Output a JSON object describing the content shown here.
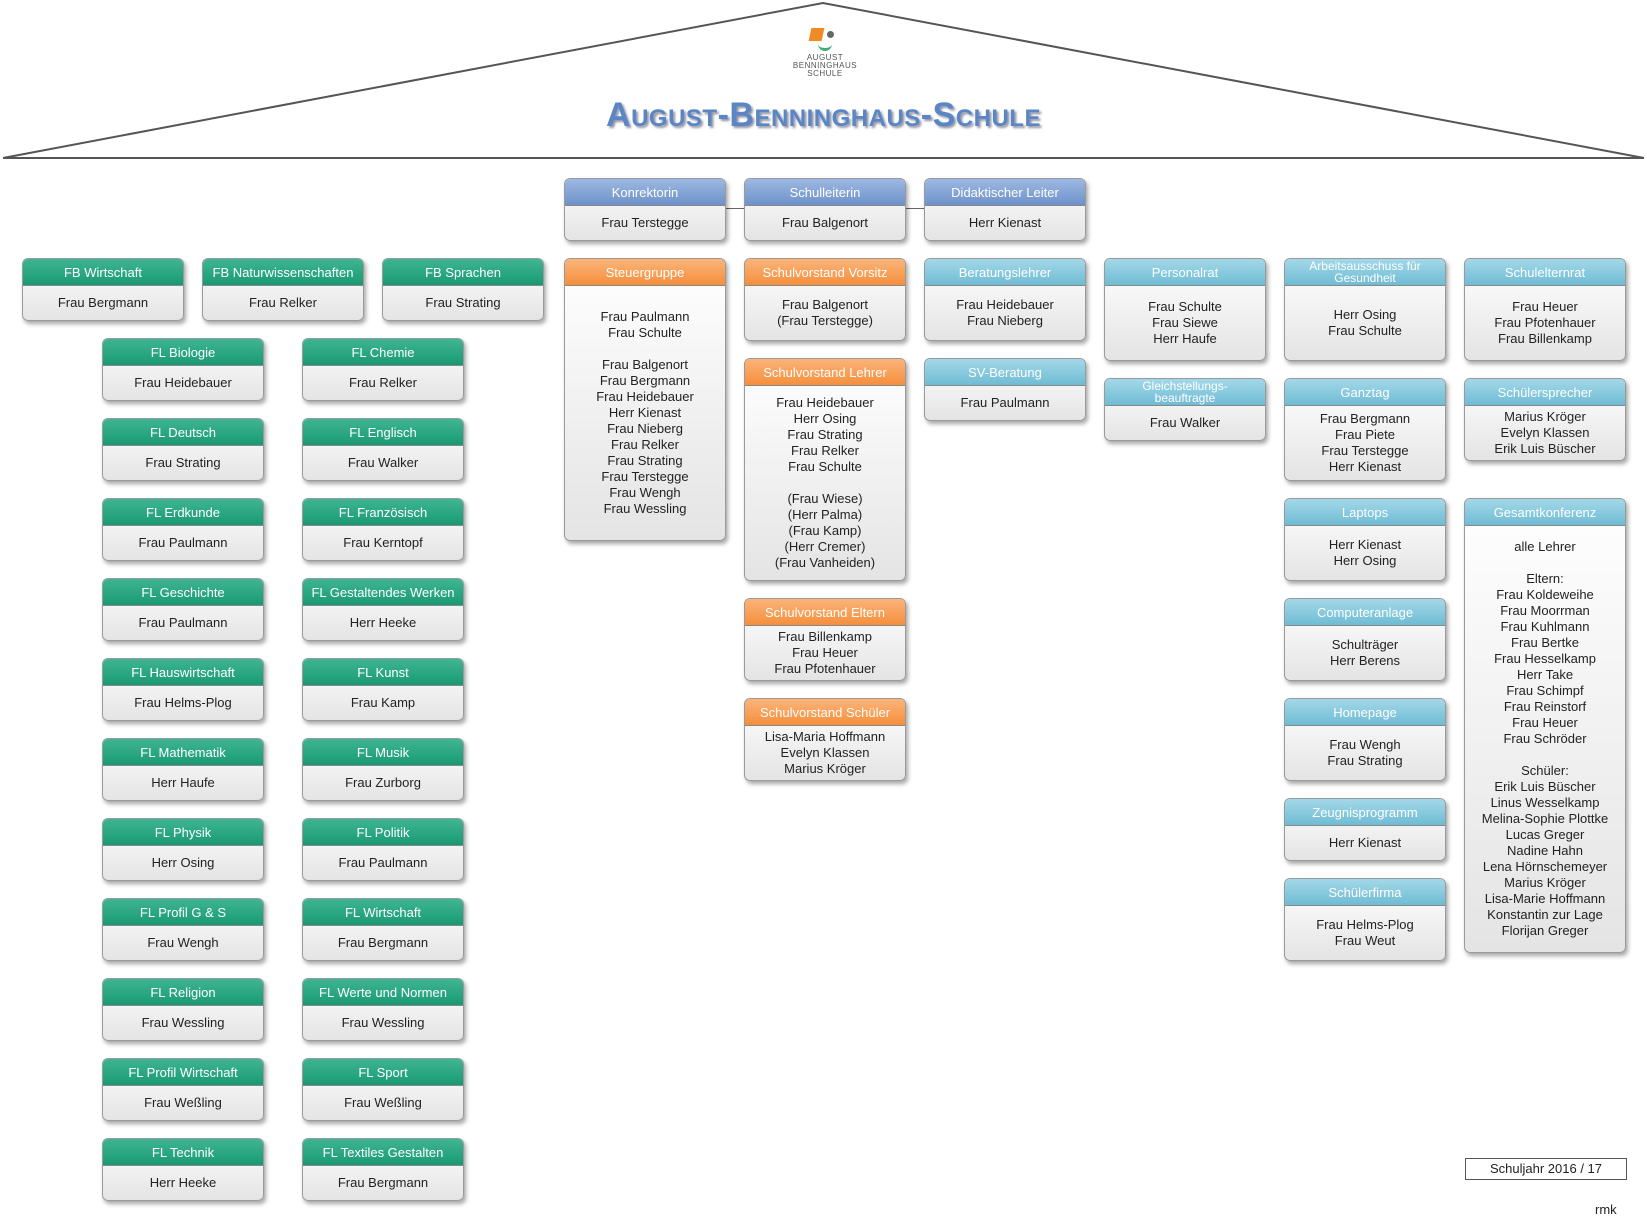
{
  "header": {
    "logo_line1": "AUGUST",
    "logo_line2": "BENNINGHAUS",
    "logo_line3": "SCHULE",
    "title": "August-Benninghaus-Schule"
  },
  "colors": {
    "teal": "#199a73",
    "blue": "#6e92ca",
    "orange": "#f58f3c",
    "cyan": "#6fbcd4",
    "title": "#5a86c5"
  },
  "boxes": [
    {
      "id": "konrektorin",
      "color": "blue",
      "title": "Konrektorin",
      "people": [
        "Frau Terstegge"
      ]
    },
    {
      "id": "schulleiterin",
      "color": "blue",
      "title": "Schulleiterin",
      "people": [
        "Frau Balgenort"
      ]
    },
    {
      "id": "didaktischer-leiter",
      "color": "blue",
      "title": "Didaktischer Leiter",
      "people": [
        "Herr Kienast"
      ]
    },
    {
      "id": "fb-wirtschaft",
      "color": "teal",
      "title": "FB Wirtschaft",
      "people": [
        "Frau Bergmann"
      ]
    },
    {
      "id": "fb-naturwissenschaften",
      "color": "teal",
      "title": "FB Naturwissenschaften",
      "people": [
        "Frau Relker"
      ]
    },
    {
      "id": "fb-sprachen",
      "color": "teal",
      "title": "FB Sprachen",
      "people": [
        "Frau Strating"
      ]
    },
    {
      "id": "fl-biologie",
      "color": "teal",
      "title": "FL Biologie",
      "people": [
        "Frau Heidebauer"
      ]
    },
    {
      "id": "fl-chemie",
      "color": "teal",
      "title": "FL Chemie",
      "people": [
        "Frau Relker"
      ]
    },
    {
      "id": "fl-deutsch",
      "color": "teal",
      "title": "FL Deutsch",
      "people": [
        "Frau Strating"
      ]
    },
    {
      "id": "fl-englisch",
      "color": "teal",
      "title": "FL Englisch",
      "people": [
        "Frau Walker"
      ]
    },
    {
      "id": "fl-erdkunde",
      "color": "teal",
      "title": "FL Erdkunde",
      "people": [
        "Frau Paulmann"
      ]
    },
    {
      "id": "fl-franzoesisch",
      "color": "teal",
      "title": "FL Französisch",
      "people": [
        "Frau Kerntopf"
      ]
    },
    {
      "id": "fl-geschichte",
      "color": "teal",
      "title": "FL Geschichte",
      "people": [
        "Frau Paulmann"
      ]
    },
    {
      "id": "fl-gestaltendes-werken",
      "color": "teal",
      "title": "FL Gestaltendes Werken",
      "people": [
        "Herr Heeke"
      ]
    },
    {
      "id": "fl-hauswirtschaft",
      "color": "teal",
      "title": "FL Hauswirtschaft",
      "people": [
        "Frau Helms-Plog"
      ]
    },
    {
      "id": "fl-kunst",
      "color": "teal",
      "title": "FL Kunst",
      "people": [
        "Frau Kamp"
      ]
    },
    {
      "id": "fl-mathematik",
      "color": "teal",
      "title": "FL Mathematik",
      "people": [
        "Herr Haufe"
      ]
    },
    {
      "id": "fl-musik",
      "color": "teal",
      "title": "FL Musik",
      "people": [
        "Frau Zurborg"
      ]
    },
    {
      "id": "fl-physik",
      "color": "teal",
      "title": "FL Physik",
      "people": [
        "Herr Osing"
      ]
    },
    {
      "id": "fl-politik",
      "color": "teal",
      "title": "FL Politik",
      "people": [
        "Frau Paulmann"
      ]
    },
    {
      "id": "fl-profil-gs",
      "color": "teal",
      "title": "FL Profil G & S",
      "people": [
        "Frau Wengh"
      ]
    },
    {
      "id": "fl-wirtschaft",
      "color": "teal",
      "title": "FL Wirtschaft",
      "people": [
        "Frau Bergmann"
      ]
    },
    {
      "id": "fl-religion",
      "color": "teal",
      "title": "FL Religion",
      "people": [
        "Frau Wessling"
      ]
    },
    {
      "id": "fl-werte-normen",
      "color": "teal",
      "title": "FL Werte und Normen",
      "people": [
        "Frau Wessling"
      ]
    },
    {
      "id": "fl-profil-wirtschaft",
      "color": "teal",
      "title": "FL Profil Wirtschaft",
      "people": [
        "Frau Weßling"
      ]
    },
    {
      "id": "fl-sport",
      "color": "teal",
      "title": "FL Sport",
      "people": [
        "Frau Weßling"
      ]
    },
    {
      "id": "fl-technik",
      "color": "teal",
      "title": "FL Technik",
      "people": [
        "Herr Heeke"
      ]
    },
    {
      "id": "fl-textiles-gestalten",
      "color": "teal",
      "title": "FL Textiles Gestalten",
      "people": [
        "Frau Bergmann"
      ]
    },
    {
      "id": "steuergruppe",
      "color": "orange",
      "title": "Steuergruppe",
      "people": [
        "Frau Paulmann",
        "Frau Schulte",
        "",
        "Frau Balgenort",
        "Frau Bergmann",
        "Frau Heidebauer",
        "Herr Kienast",
        "Frau Nieberg",
        "Frau Relker",
        "Frau Strating",
        "Frau Terstegge",
        "Frau Wengh",
        "Frau Wessling"
      ]
    },
    {
      "id": "schulvorstand-vorsitz",
      "color": "orange",
      "title": "Schulvorstand Vorsitz",
      "people": [
        "Frau Balgenort",
        "(Frau Terstegge)"
      ]
    },
    {
      "id": "schulvorstand-lehrer",
      "color": "orange",
      "title": "Schulvorstand Lehrer",
      "people": [
        "Frau Heidebauer",
        "Herr Osing",
        "Frau Strating",
        "Frau Relker",
        "Frau Schulte",
        "",
        "(Frau Wiese)",
        "(Herr Palma)",
        "(Frau Kamp)",
        "(Herr Cremer)",
        "(Frau Vanheiden)"
      ]
    },
    {
      "id": "schulvorstand-eltern",
      "color": "orange",
      "title": "Schulvorstand Eltern",
      "people": [
        "Frau Billenkamp",
        "Frau Heuer",
        "Frau Pfotenhauer"
      ]
    },
    {
      "id": "schulvorstand-schueler",
      "color": "orange",
      "title": "Schulvorstand Schüler",
      "people": [
        "Lisa-Maria Hoffmann",
        "Evelyn Klassen",
        "Marius Kröger"
      ]
    },
    {
      "id": "beratungslehrer",
      "color": "cyan",
      "title": "Beratungslehrer",
      "people": [
        "Frau Heidebauer",
        "Frau Nieberg"
      ]
    },
    {
      "id": "sv-beratung",
      "color": "cyan",
      "title": "SV-Beratung",
      "people": [
        "Frau Paulmann"
      ]
    },
    {
      "id": "personalrat",
      "color": "cyan",
      "title": "Personalrat",
      "people": [
        "Frau Schulte",
        "Frau Siewe",
        "Herr Haufe"
      ]
    },
    {
      "id": "gleichstellungsbeauftragte",
      "color": "cyan",
      "title": "Gleichstellungs-\nbeauftragte",
      "people": [
        "Frau Walker"
      ]
    },
    {
      "id": "arbeitsausschuss",
      "color": "cyan",
      "title": "Arbeitsausschuss für\nGesundheit",
      "people": [
        "Herr Osing",
        "Frau Schulte"
      ]
    },
    {
      "id": "ganztag",
      "color": "cyan",
      "title": "Ganztag",
      "people": [
        "Frau Bergmann",
        "Frau Piete",
        "Frau Terstegge",
        "Herr Kienast"
      ]
    },
    {
      "id": "laptops",
      "color": "cyan",
      "title": "Laptops",
      "people": [
        "Herr Kienast",
        "Herr Osing"
      ]
    },
    {
      "id": "computeranlage",
      "color": "cyan",
      "title": "Computeranlage",
      "people": [
        "Schulträger",
        "Herr Berens"
      ]
    },
    {
      "id": "homepage",
      "color": "cyan",
      "title": "Homepage",
      "people": [
        "Frau Wengh",
        "Frau Strating"
      ]
    },
    {
      "id": "zeugnisprogramm",
      "color": "cyan",
      "title": "Zeugnisprogramm",
      "people": [
        "Herr Kienast"
      ]
    },
    {
      "id": "schuelerfirma",
      "color": "cyan",
      "title": "Schülerfirma",
      "people": [
        "Frau Helms-Plog",
        "Frau Weut"
      ]
    },
    {
      "id": "schulelternrat",
      "color": "cyan",
      "title": "Schulelternrat",
      "people": [
        "Frau Heuer",
        "Frau Pfotenhauer",
        "Frau Billenkamp"
      ]
    },
    {
      "id": "schuelersprecher",
      "color": "cyan",
      "title": "Schülersprecher",
      "people": [
        "Marius Kröger",
        "Evelyn Klassen",
        "Erik Luis Büscher"
      ]
    },
    {
      "id": "gesamtkonferenz",
      "color": "cyan",
      "title": "Gesamtkonferenz",
      "people": [
        "alle Lehrer",
        "",
        "Eltern:",
        "Frau Koldeweihe",
        "Frau Moorrman",
        "Frau Kuhlmann",
        "Frau Bertke",
        "Frau Hesselkamp",
        "Herr Take",
        "Frau Schimpf",
        "Frau Reinstorf",
        "Frau Heuer",
        "Frau Schröder",
        "",
        "Schüler:",
        "Erik Luis Büscher",
        "Linus Wesselkamp",
        "Melina-Sophie Plottke",
        "Lucas Greger",
        "Nadine Hahn",
        "Lena Hörnschemeyer",
        "Marius Kröger",
        "Lisa-Marie Hoffmann",
        "Konstantin zur Lage",
        "Florijan Greger"
      ]
    }
  ],
  "footer": {
    "school_year": "Schuljahr 2016 / 17",
    "initials": "rmk"
  }
}
